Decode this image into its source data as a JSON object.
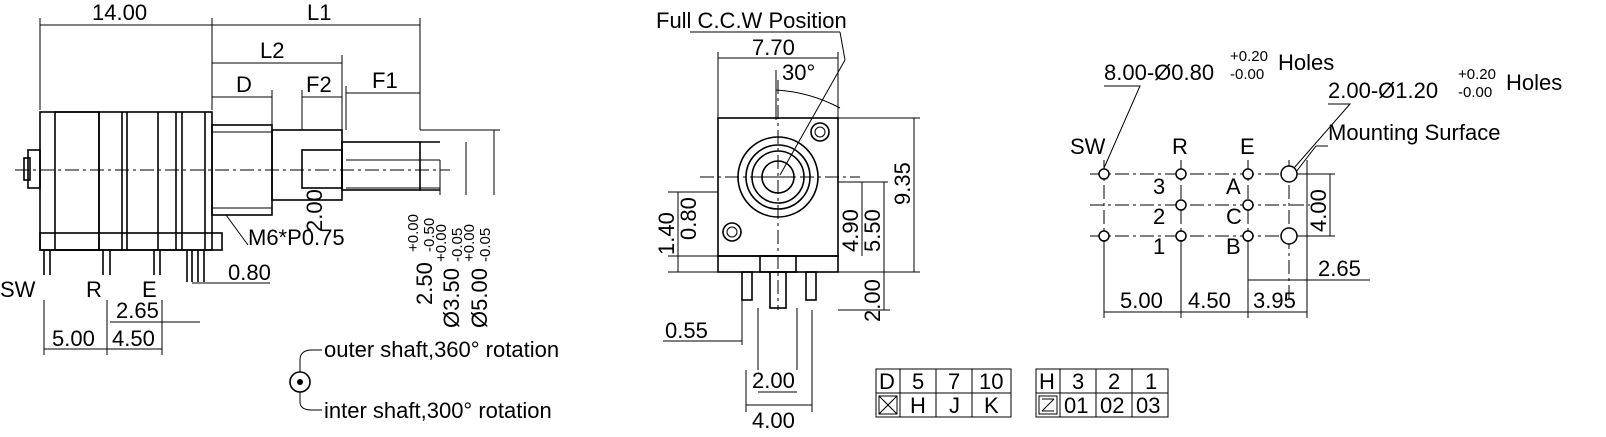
{
  "dims": {
    "d_14_00": "14.00",
    "d_L1": "L1",
    "d_L2": "L2",
    "d_D": "D",
    "d_F2": "F2",
    "d_F1": "F1",
    "d_2_00_flat": "2.00",
    "d_m6": "M6*P0.75",
    "d_0_80_bot": "0.80",
    "d_2_65_side": "2.65",
    "d_5_00_side": "5.00",
    "d_4_50_side": "4.50",
    "d_shaft_250": "2.50",
    "d_shaft_350": "Ø3.50",
    "d_shaft_500": "Ø5.00",
    "tol_250_up": "+0.00",
    "tol_250_dn": "-0.50",
    "tol_350_up": "+0.00",
    "tol_350_dn": "-0.05",
    "tol_500_up": "+0.00",
    "tol_500_dn": "-0.05",
    "d_7_70": "7.70",
    "d_30": "30°",
    "d_9_35": "9.35",
    "d_4_90": "4.90",
    "d_5_50": "5.50",
    "d_1_40": "1.40",
    "d_0_80_front": "0.80",
    "d_2_00_front": "2.00",
    "d_0_55": "0.55",
    "d_2_00_bot": "2.00",
    "d_4_00_bot": "4.00",
    "pcb_4_00": "4.00",
    "pcb_2_65": "2.65",
    "pcb_5_00": "5.00",
    "pcb_4_50": "4.50",
    "pcb_3_95": "3.95"
  },
  "labels": {
    "sw_side": "SW",
    "r_side": "R",
    "e_side": "E",
    "full_ccw": "Full C.C.W Position",
    "outer_shaft": "outer shaft,360° rotation",
    "inner_shaft": "inter shaft,300° rotation",
    "holes_8_pre": "8.00-Ø0.80",
    "holes_8_up": "+0.20",
    "holes_8_dn": "-0.00",
    "holes_8_post": "Holes",
    "holes_2_pre": "2.00-Ø1.20",
    "holes_2_up": "+0.20",
    "holes_2_dn": "-0.00",
    "holes_2_post": "Holes",
    "mounting_surface": "Mounting Surface",
    "pcb_sw": "SW",
    "pcb_r": "R",
    "pcb_e": "E",
    "pcb_3": "3",
    "pcb_2": "2",
    "pcb_1": "1",
    "pcb_a": "A",
    "pcb_c": "C",
    "pcb_b": "B"
  },
  "table_d": {
    "header": [
      "D",
      "5",
      "7",
      "10"
    ],
    "row": [
      "H",
      "J",
      "K"
    ]
  },
  "table_h": {
    "header": [
      "H",
      "3",
      "2",
      "1"
    ],
    "row": [
      "01",
      "02",
      "03"
    ]
  }
}
